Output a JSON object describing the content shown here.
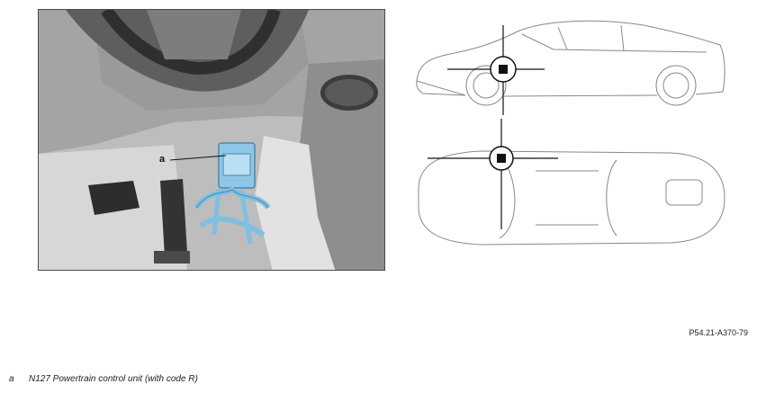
{
  "figure": {
    "callout_letter": "a",
    "code": "P54.21-A370-79"
  },
  "legend": [
    {
      "key": "a",
      "text": "N127 Powertrain control unit (with code R)"
    }
  ],
  "colors": {
    "highlight": "#8fc7e8",
    "highlight_stroke": "#4a86b0",
    "panel": "#a9a9a9",
    "interior_light": "#dcdcdc",
    "line": "#111111"
  }
}
